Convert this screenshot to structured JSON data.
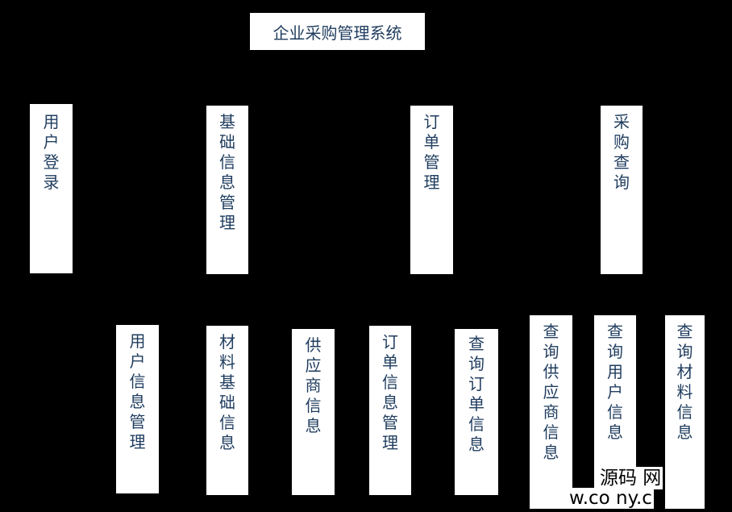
{
  "root": {
    "label": "企业采购管理系统"
  },
  "level1": [
    {
      "label": "用户登录"
    },
    {
      "label": "基础信息管理"
    },
    {
      "label": "订单管理"
    },
    {
      "label": "采购查询"
    }
  ],
  "level2": [
    {
      "label": "用户信息管理"
    },
    {
      "label": "材料基础信息"
    },
    {
      "label": "供应商信息"
    },
    {
      "label": "订单信息管理"
    },
    {
      "label": "查询订单信息"
    },
    {
      "label": "查询供应商信息"
    },
    {
      "label": "查询用户信息"
    },
    {
      "label": "查询材料信息"
    }
  ],
  "watermark": {
    "line1": "源码  网",
    "line2": "w.co  ny.c"
  },
  "colors": {
    "background": "#000000",
    "box_fill": "#ffffff",
    "text": "#1f3c5e"
  }
}
